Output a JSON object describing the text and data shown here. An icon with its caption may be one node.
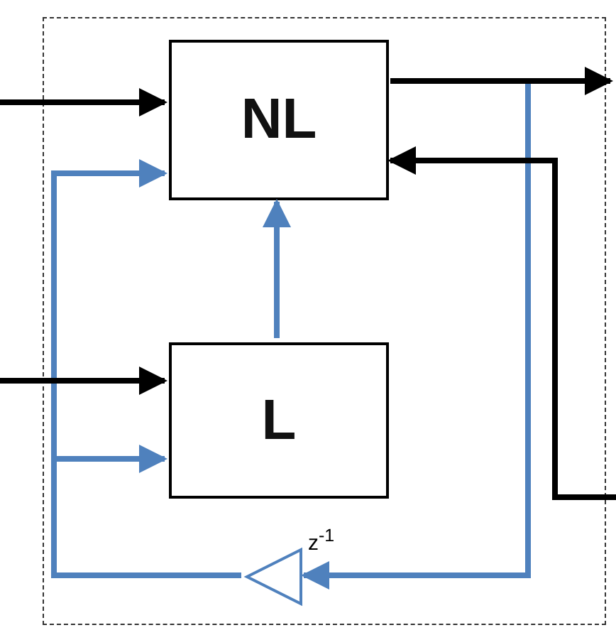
{
  "diagram": {
    "nodes": [
      {
        "text": [],
        "shape": "box"
      },
      {
        "text": [
          "NL"
        ],
        "in": 0
      },
      {
        "text": [
          "L"
        ],
        "in": 0
      },
      {
        "text": [],
        "shape": "triangle",
        "in": 0,
        "beside": [
          "z$^{-1}$"
        ]
      }
    ],
    "edges": [
      {
        "from": null,
        "to": 1,
        "arrow": "to"
      },
      {
        "from": 1,
        "to": null,
        "arrow": "to"
      },
      {
        "from": null,
        "to": 1,
        "arrow": "to"
      },
      {
        "from": null,
        "to": 2,
        "arrow": "to"
      },
      {
        "from": 2,
        "to": 1,
        "arrow": "to",
        "color": "#4f81bd"
      },
      {
        "from": 1,
        "to": 3,
        "arrow": "to",
        "color": "#4f81bd"
      },
      {
        "from": 3,
        "to": 1,
        "arrow": "to",
        "color": "#4f81bd"
      },
      {
        "from": 3,
        "to": 2,
        "arrow": "to",
        "color": "#4f81bd"
      }
    ]
  }
}
